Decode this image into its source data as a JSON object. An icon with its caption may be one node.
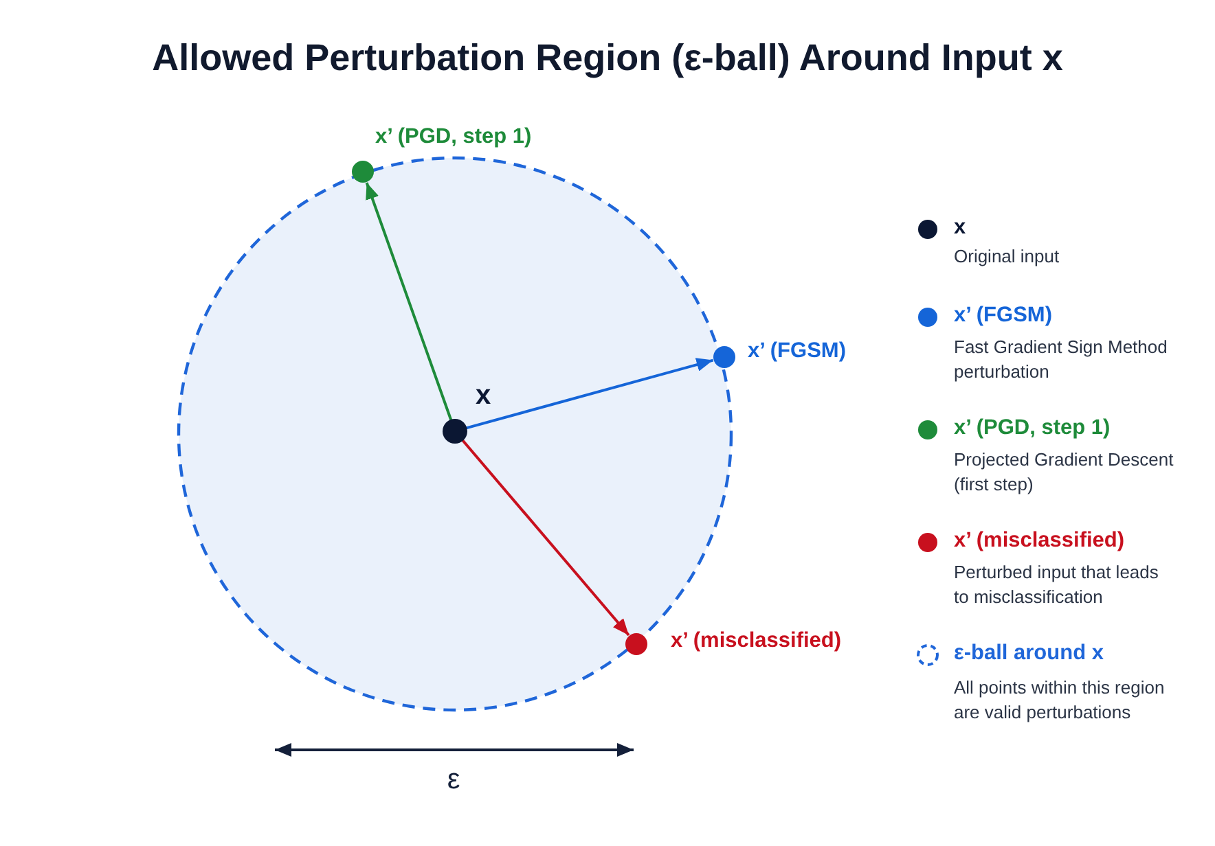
{
  "diagram": {
    "title": "Allowed Perturbation Region (ε-ball) Around Input x",
    "nodes": [
      {
        "text": [],
        "shape": "circle"
      },
      {
        "text": [],
        "shape": "circle",
        "in": 0,
        "beside": [
          "x"
        ]
      },
      {
        "text": [],
        "shape": "circle",
        "beside": [
          "x’ (FGSM)"
        ]
      },
      {
        "text": [],
        "shape": "circle",
        "beside": [
          "x’ (PGD, step 1)"
        ]
      },
      {
        "text": [],
        "shape": "circle",
        "beside": [
          "x’ (misclassified)"
        ]
      }
    ],
    "edges": [
      {
        "from": 1,
        "to": 2,
        "arrow": "to",
        "color": "#1565d8"
      },
      {
        "from": 1,
        "to": 3,
        "arrow": "to",
        "color": "#1e8b3a"
      },
      {
        "from": 1,
        "to": 4,
        "arrow": "to",
        "color": "#c8101e"
      }
    ],
    "labels": [
      "ε",
      "Original input",
      "Fast Gradient Sign Method perturbation",
      "Projected Gradient Descent (first step)",
      "Perturbed input that leads to misclassification",
      "All points within this region are valid perturbations"
    ],
    "legend": [
      {
        "text": "x",
        "color": "#0b1733"
      },
      {
        "text": "x’ (FGSM)",
        "color": "#1565d8"
      },
      {
        "text": "x’ (PGD, step 1)",
        "color": "#1e8b3a"
      },
      {
        "text": "x’ (misclassified)",
        "color": "#c8101e"
      },
      {
        "text": "ε-ball around x"
      }
    ]
  }
}
